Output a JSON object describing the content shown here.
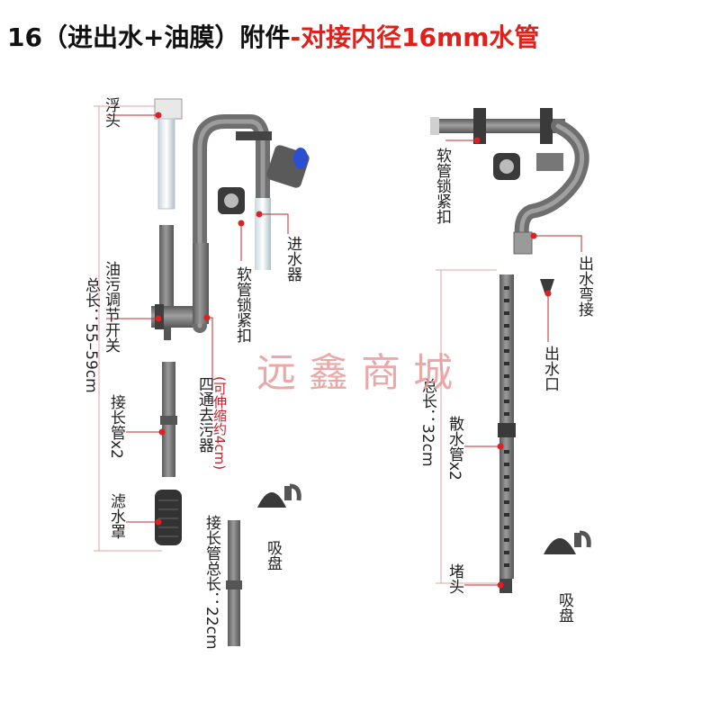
{
  "header": {
    "title_black": "16（进出水+油膜）附件",
    "title_red": "-对接内径16mm水管"
  },
  "labels": {
    "float_head": "浮头",
    "oil_switch": "油污调节开关",
    "total_len_left": "总长：55–59cm",
    "ext_pipe_x2": "接长管x2",
    "filter_cover": "滤水罩",
    "inlet": "进水器",
    "hose_lock_left": "软管锁紧扣",
    "telescopic_note": "(可伸缩约4cm)",
    "four_way": "四通去污器",
    "suction_cup_left": "吸盘",
    "ext_total_len": "接长管总长：22cm",
    "hose_lock_right": "软管锁紧扣",
    "outlet_bend": "出水弯接",
    "outlet_mouth": "出水口",
    "total_len_right": "总长：32cm",
    "spray_pipe_x2": "散水管x2",
    "plug": "堵头",
    "suction_cup_right": "吸盘"
  },
  "watermark": "远鑫商城",
  "colors": {
    "pipe": "#7f7f7f",
    "pipe_dark": "#4a4a4a",
    "marker": "#e02020",
    "title_red": "#e0201b",
    "blue_knob": "#2a4fd0"
  }
}
